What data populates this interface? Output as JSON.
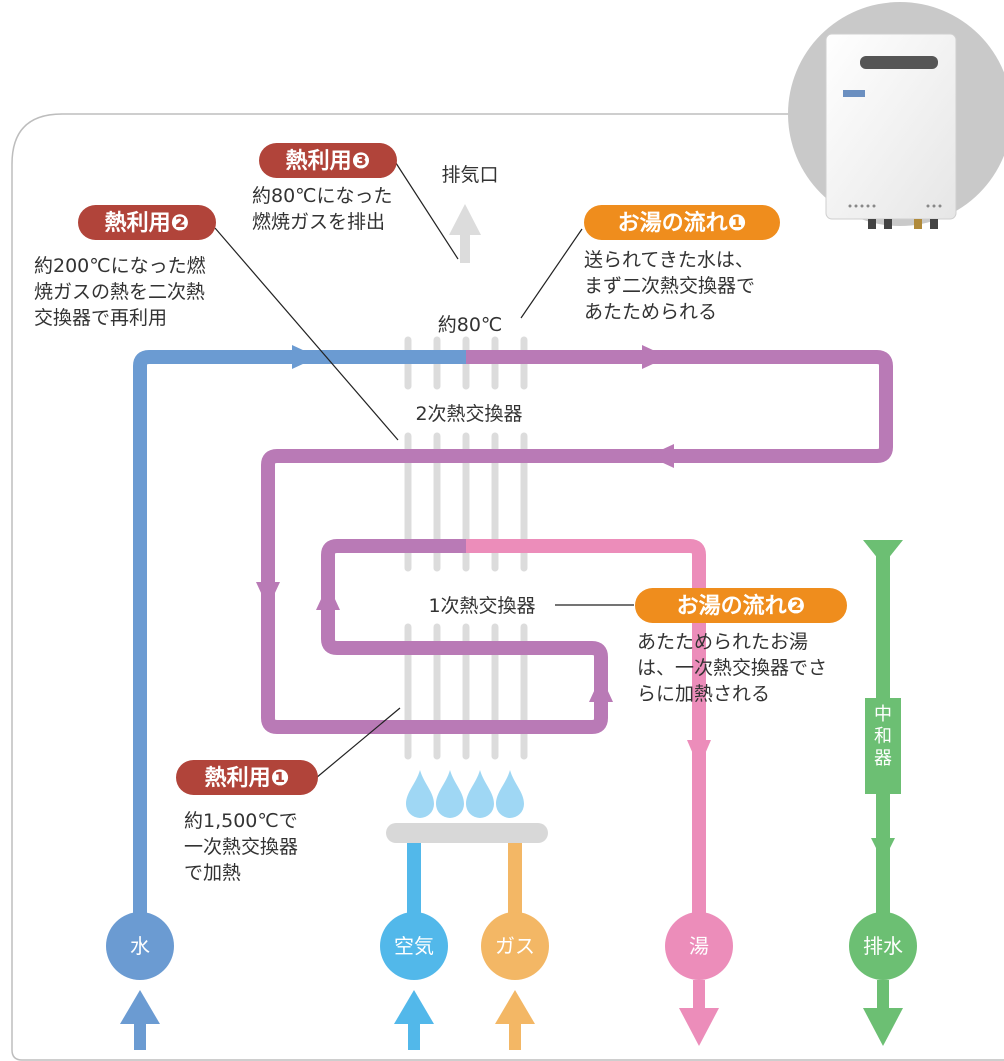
{
  "colors": {
    "water": "#6b9bd2",
    "mixed": "#b97ab6",
    "hot": "#ec8dba",
    "drain": "#6cbf73",
    "air": "#52b8ea",
    "gas": "#f3b765",
    "fin": "#dcdcdc",
    "badge_red": "#b1443a",
    "badge_orange": "#ef8d1d",
    "flame": "#9fd7f4",
    "text": "#333333"
  },
  "badges": {
    "heat1": "熱利用❶",
    "heat2": "熱利用❷",
    "heat3": "熱利用❸",
    "flow1": "お湯の流れ❶",
    "flow2": "お湯の流れ❷"
  },
  "notes": {
    "heat1": [
      "約1,500℃で",
      "一次熱交換器",
      "で加熱"
    ],
    "heat2": [
      "約200℃になった燃",
      "焼ガスの熱を二次熱",
      "交換器で再利用"
    ],
    "heat3": [
      "約80℃になった",
      "燃焼ガスを排出"
    ],
    "flow1": [
      "送られてきた水は、",
      "まず二次熱交換器で",
      "あたためられる"
    ],
    "flow2": [
      "あたためられたお湯",
      "は、一次熱交換器でさ",
      "らに加熱される"
    ]
  },
  "labels": {
    "exhaust": "排気口",
    "temp80": "約80℃",
    "hx2": "2次熱交換器",
    "hx1": "1次熱交換器",
    "neutralizer": "中和器"
  },
  "nodes": {
    "water": "水",
    "air": "空気",
    "gas": "ガス",
    "hot": "湯",
    "drain": "排水"
  }
}
